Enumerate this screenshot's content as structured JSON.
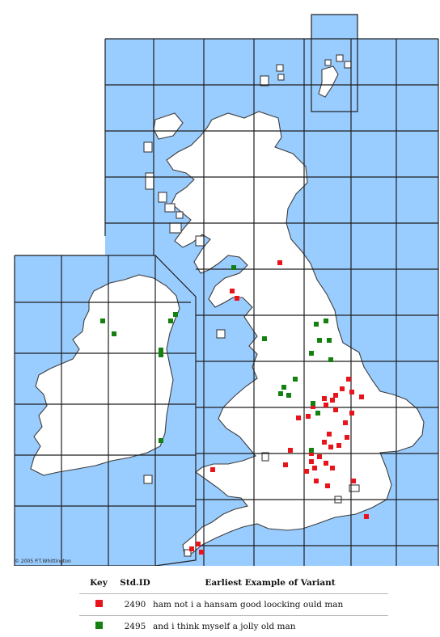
{
  "map": {
    "copyright": "© 2005 P.T.Whittington",
    "colors": {
      "sea": "#99ccff",
      "land": "#ffffff",
      "red": "#e8141c",
      "green": "#14800f"
    }
  },
  "legend": {
    "headers": {
      "key": "Key",
      "std_id": "Std.ID",
      "variant": "Earliest Example of Variant"
    },
    "rows": [
      {
        "color": "#e8141c",
        "id": "2490",
        "text": "ham not i a hansam good loocking ould man"
      },
      {
        "color": "#14800f",
        "id": "2495",
        "text": "and i think myself a jolly old man"
      }
    ]
  }
}
